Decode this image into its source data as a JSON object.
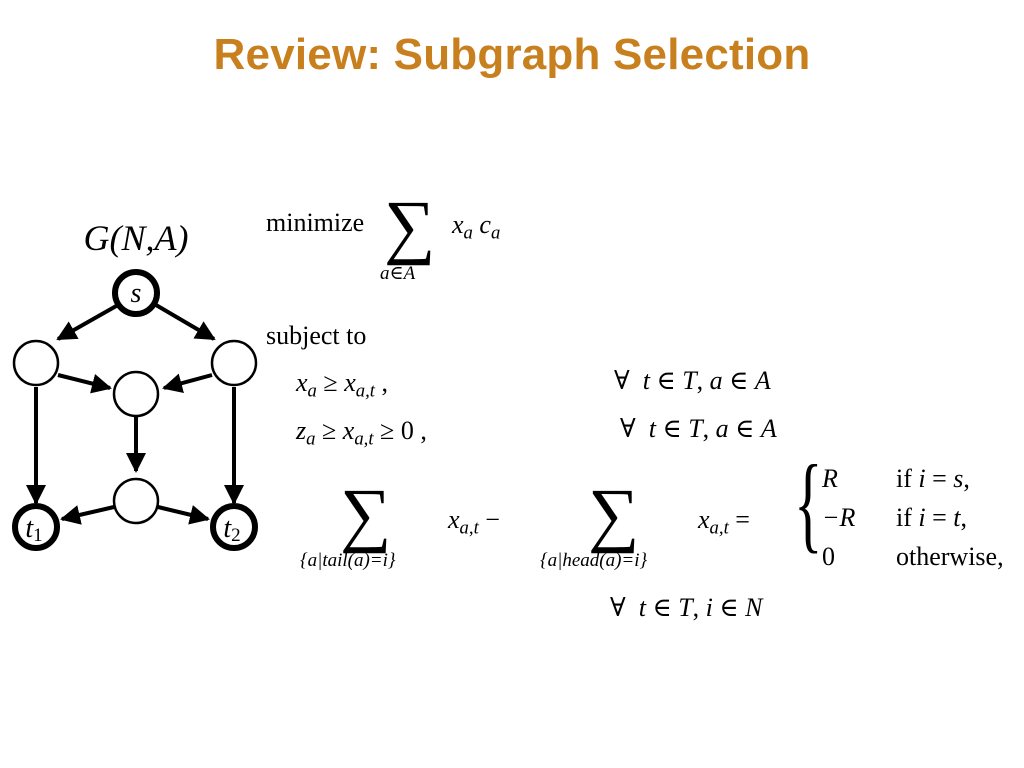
{
  "slide": {
    "title": "Review: Subgraph Selection"
  },
  "graph": {
    "label": "G(N,A)",
    "nodes": {
      "source": "s",
      "terminal_1": "t",
      "terminal_1_sub": "1",
      "terminal_2": "t",
      "terminal_2_sub": "2"
    }
  },
  "objective": {
    "keyword": "minimize",
    "sum_symbol": "∑",
    "sum_index": "a∈A",
    "x": "x",
    "x_sub": "a",
    "c": "c",
    "c_sub": "a"
  },
  "constraints": {
    "subject_to": "subject to",
    "c1": {
      "lhs": "x",
      "lhs_sub": "a",
      "rel": " ≥ ",
      "rhs": "x",
      "rhs_sub": "a,t",
      "trail": " ,",
      "quant": "∀",
      "t": "t",
      "in1": " ∈ ",
      "T": "T",
      "comma": ", ",
      "a": "a",
      "in2": " ∈ ",
      "A": "A"
    },
    "c2": {
      "lhs": "z",
      "lhs_sub": "a",
      "rel": " ≥ ",
      "mid": "x",
      "mid_sub": "a,t",
      "rel2": " ≥ 0 ,",
      "quant": "∀",
      "t": "t",
      "in1": " ∈ ",
      "T": "T",
      "comma": ", ",
      "a": "a",
      "in2": " ∈ ",
      "A": "A"
    },
    "flow": {
      "sum1_symbol": "∑",
      "sum1_index": "{a|tail(a)=i}",
      "term1": "x",
      "term1_sub": "a,t",
      "minus": " −",
      "sum2_symbol": "∑",
      "sum2_index": "{a|head(a)=i}",
      "term2": "x",
      "term2_sub": "a,t",
      "eq": " =",
      "brace": "{",
      "cases": [
        {
          "value": "R",
          "cond_if": "if",
          "cond_var": "i",
          "cond_eq": " = ",
          "cond_val": "s",
          "cond_end": ","
        },
        {
          "value": "−R",
          "cond_if": "if",
          "cond_var": "i",
          "cond_eq": " = ",
          "cond_val": "t",
          "cond_end": ","
        },
        {
          "value": "0",
          "cond": "otherwise,"
        }
      ],
      "quant": "∀",
      "t": "t",
      "in1": " ∈ ",
      "T": "T",
      "comma": ", ",
      "i": "i",
      "in2": " ∈ ",
      "N": "N"
    }
  }
}
